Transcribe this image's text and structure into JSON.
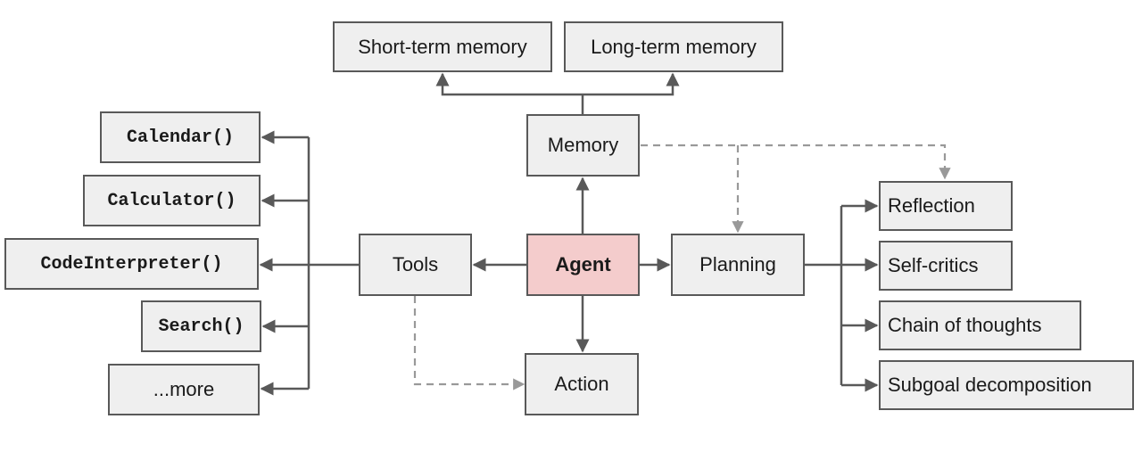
{
  "nodes": {
    "agent": "Agent",
    "memory": "Memory",
    "short_term_memory": "Short-term memory",
    "long_term_memory": "Long-term memory",
    "tools": "Tools",
    "action": "Action",
    "planning": "Planning",
    "tool_calendar": "Calendar()",
    "tool_calculator": "Calculator()",
    "tool_code_interpreter": "CodeInterpreter()",
    "tool_search": "Search()",
    "tool_more": "...more",
    "plan_reflection": "Reflection",
    "plan_self_critics": "Self-critics",
    "plan_chain_of_thoughts": "Chain of thoughts",
    "plan_subgoal_decomposition": "Subgoal decomposition"
  },
  "colors": {
    "node_fill": "#efefef",
    "agent_fill": "#f4cccc",
    "border": "#595959",
    "solid_edge": "#595959",
    "dashed_edge": "#999999"
  }
}
